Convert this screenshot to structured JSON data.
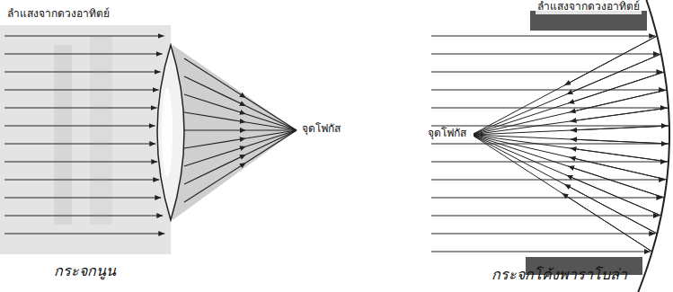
{
  "diagram": {
    "labels": [
      "ลำแสงจากดวงอาทิตย์",
      "จุดโฟกัส",
      "กระจกนูน",
      "ลำแสงจากดวงอาทิตย์",
      "จุดโฟกัส",
      "กระจกโค้งพาราโบล่า"
    ]
  }
}
